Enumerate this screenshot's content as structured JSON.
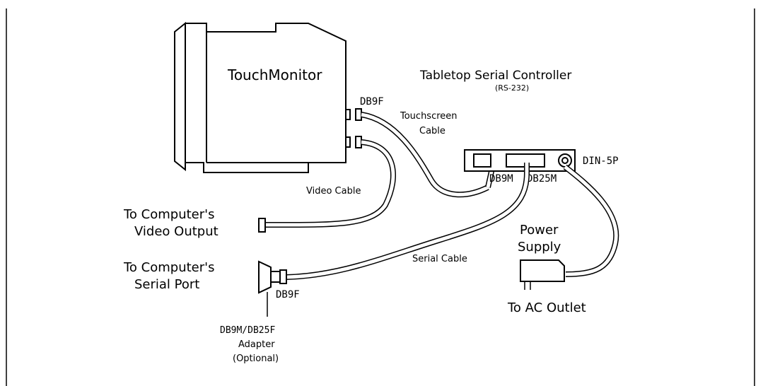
{
  "labels": {
    "monitor": "TouchMonitor",
    "controller_title": "Tabletop Serial Controller",
    "controller_subtitle": "(RS-232)",
    "db9f_monitor": "DB9F",
    "touchscreen_cable_1": "Touchscreen",
    "touchscreen_cable_2": "Cable",
    "din5p": "DIN-5P",
    "db9m": "DB9M",
    "db25m": "DB25M",
    "video_cable": "Video Cable",
    "computer_video_1": "To Computer's",
    "computer_video_2": "Video Output",
    "power_supply_1": "Power",
    "power_supply_2": "Supply",
    "serial_cable": "Serial Cable",
    "computer_serial_1": "To Computer's",
    "computer_serial_2": "Serial Port",
    "db9f_serial": "DB9F",
    "ac_outlet": "To AC Outlet",
    "adapter_1": "DB9M/DB25F",
    "adapter_2": "Adapter",
    "adapter_3": "(Optional)"
  }
}
